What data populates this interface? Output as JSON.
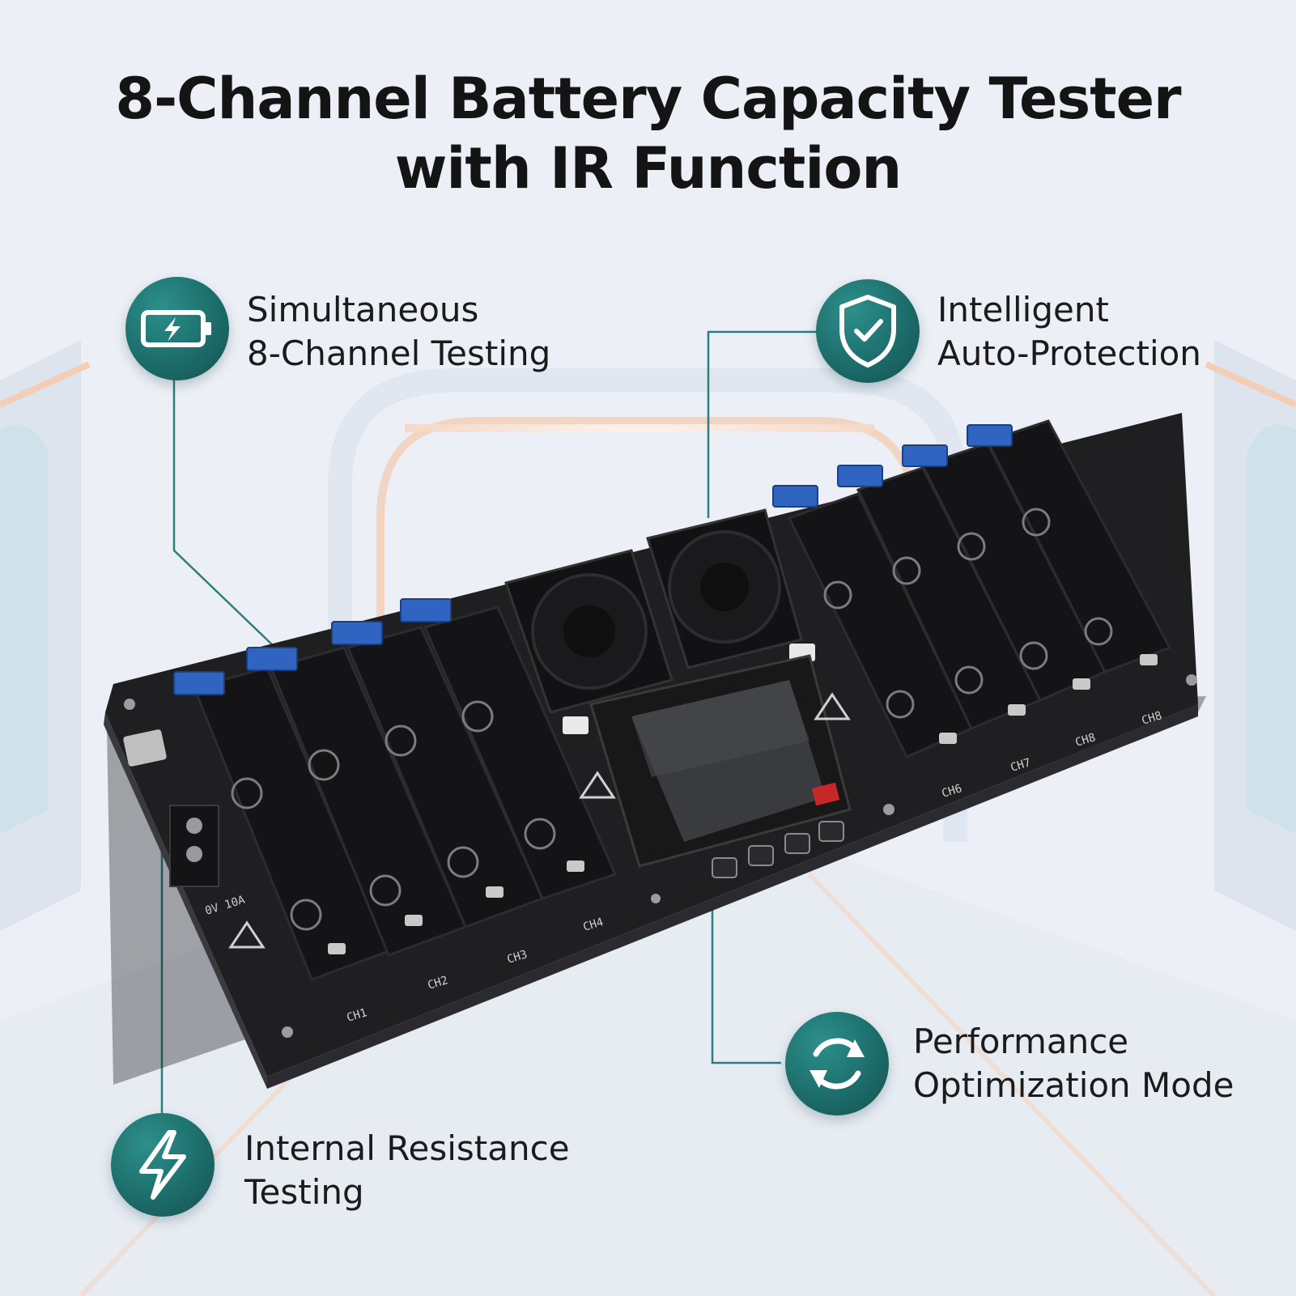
{
  "title": {
    "line1": "8-Channel Battery Capacity Tester",
    "line2": "with IR Function"
  },
  "features": [
    {
      "icon": "battery-charging-icon",
      "line1": "Simultaneous",
      "line2": "8-Channel Testing"
    },
    {
      "icon": "shield-check-icon",
      "line1": "Intelligent",
      "line2": "Auto-Protection"
    },
    {
      "icon": "refresh-cycle-icon",
      "line1": "Performance",
      "line2": "Optimization Mode"
    },
    {
      "icon": "lightning-bolt-icon",
      "line1": "Internal Resistance",
      "line2": "Testing"
    }
  ],
  "board": {
    "channel_labels": [
      "CH1",
      "CH2",
      "CH3",
      "CH4",
      "CH6",
      "CH7",
      "CH8",
      "CH8"
    ],
    "power_label": "0V 10A"
  },
  "colors": {
    "accent": "#1c6d6b",
    "board": "#1f1f21",
    "terminal": "#2f64c0",
    "leader_line": "#2a7f7c"
  }
}
